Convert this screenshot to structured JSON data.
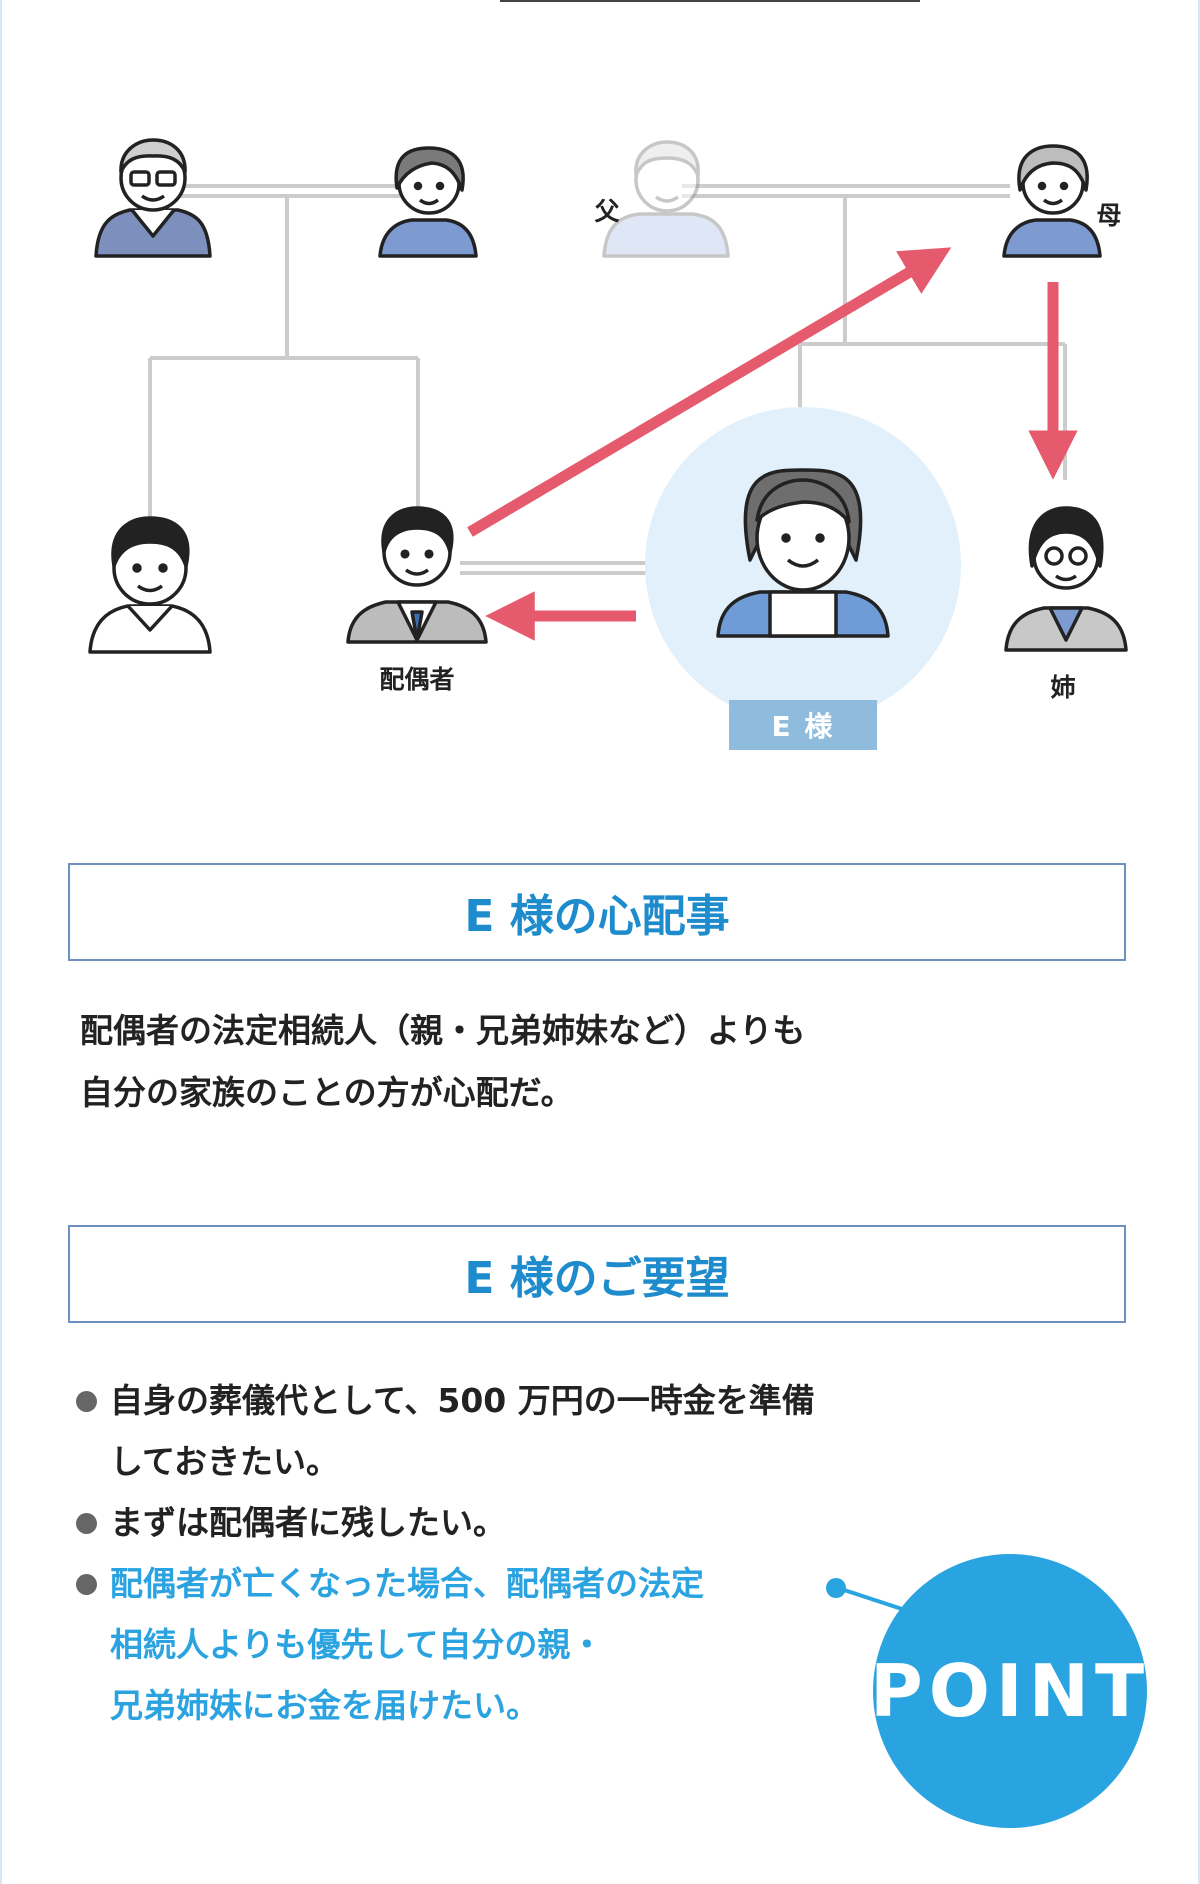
{
  "diagram": {
    "labels": {
      "father": "父",
      "mother": "母",
      "spouse": "配偶者",
      "sister": "姉",
      "self": "E 様"
    }
  },
  "concern_section": {
    "heading": "E 様の心配事",
    "lines": [
      "配偶者の法定相続人（親・兄弟姉妹など）よりも",
      "自分の家族のことの方が心配だ。"
    ]
  },
  "wish_section": {
    "heading": "E 様のご要望",
    "items": [
      {
        "lines": [
          "自身の葬儀代として、500 万円の一時金を準備",
          "しておきたい。"
        ]
      },
      {
        "lines": [
          "まずは配偶者に残したい。"
        ]
      },
      {
        "lines": [
          "配偶者が亡くなった場合、配偶者の法定",
          "相続人よりも優先して自分の親・",
          "兄弟姉妹にお金を届けたい。"
        ]
      }
    ]
  },
  "point": {
    "label": "POINT"
  },
  "colors": {
    "accent_blue": "#1e8ccc",
    "arrow_red": "#e55a6d",
    "line_gray": "#cccccc",
    "point_blue": "#29a4e0"
  }
}
